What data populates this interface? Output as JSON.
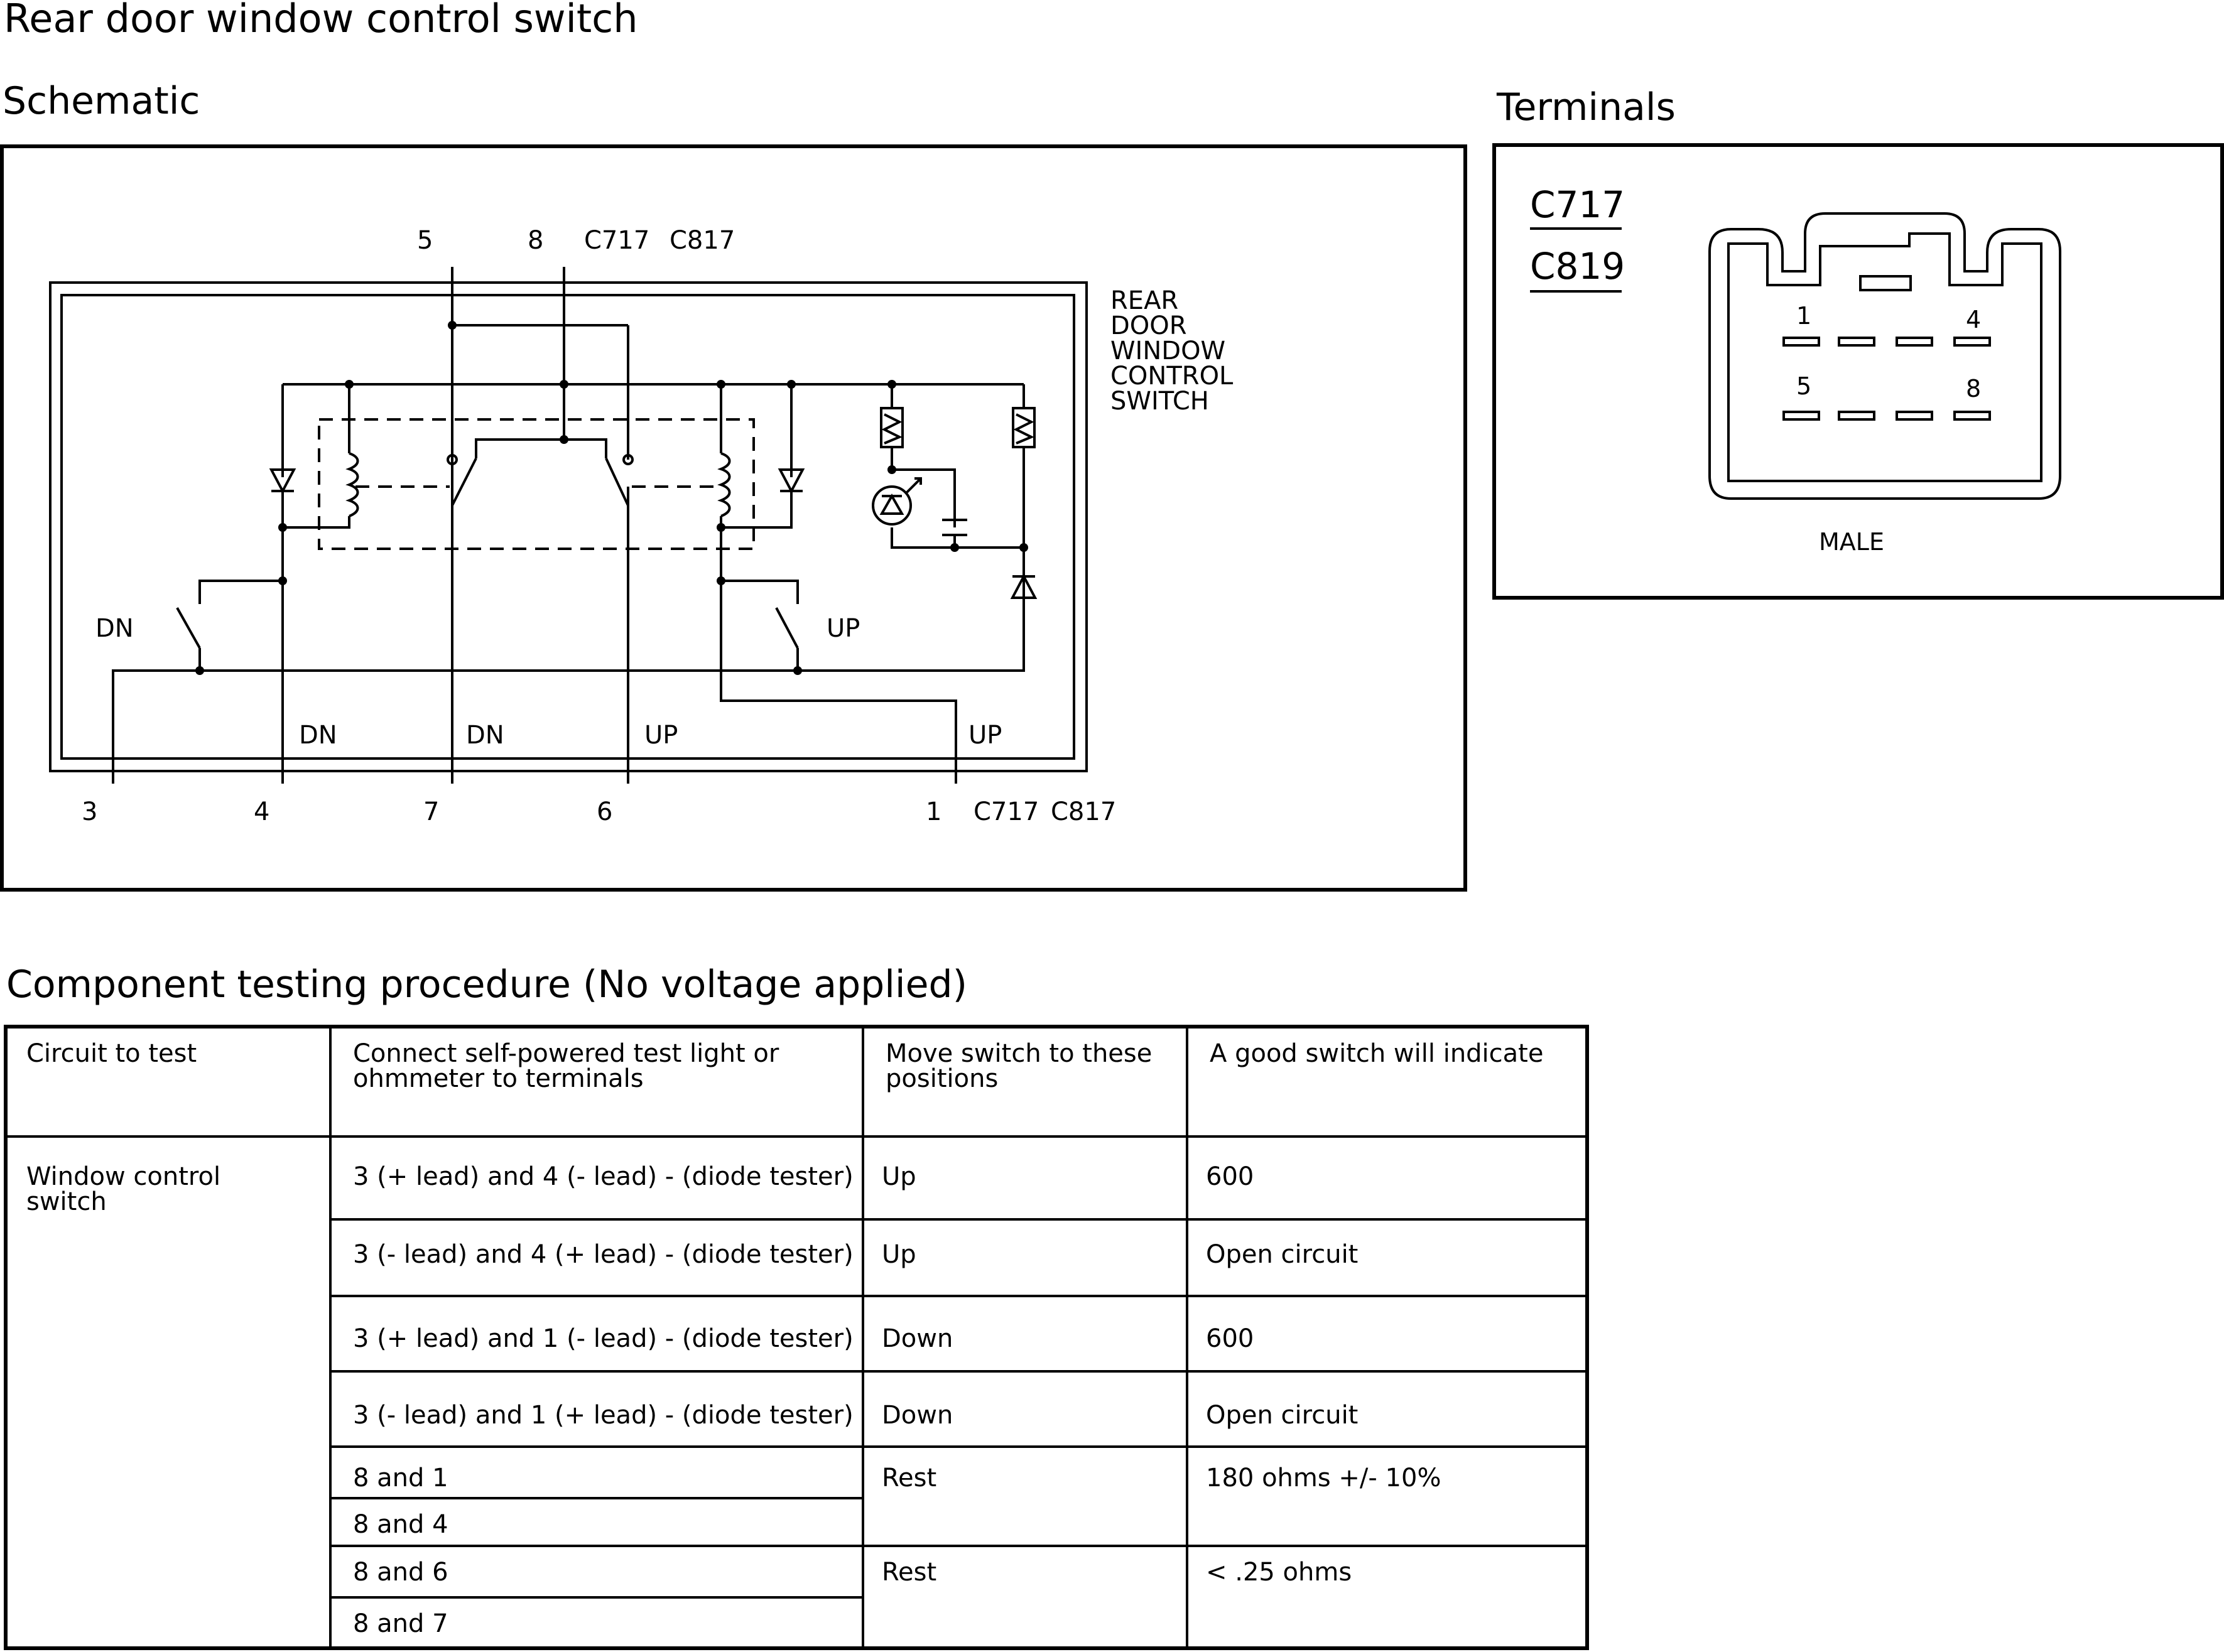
{
  "title": "Rear door window control switch",
  "sections": {
    "schematic": "Schematic",
    "terminals": "Terminals",
    "procedure": "Component testing procedure (No voltage applied)"
  },
  "schematic": {
    "top_pins": [
      "5",
      "8",
      "C717",
      "C817"
    ],
    "bottom_pins": [
      "3",
      "4",
      "7",
      "6",
      "1",
      "C717",
      "C817"
    ],
    "component_label": [
      "REAR",
      "DOOR",
      "WINDOW",
      "CONTROL",
      "SWITCH"
    ],
    "side_labels": {
      "left": "DN",
      "right": "UP"
    },
    "bottom_labels": [
      "DN",
      "DN",
      "UP",
      "UP"
    ]
  },
  "terminals": {
    "connectors": [
      "C717",
      "C819"
    ],
    "pin_numbers": [
      "1",
      "4",
      "5",
      "8"
    ],
    "gender": "MALE"
  },
  "table": {
    "headers": [
      "Circuit to test",
      "Connect self-powered test light or\nohmmeter to terminals",
      "Move switch to these\npositions",
      "A good switch will indicate"
    ],
    "circuit": "Window control\nswitch",
    "rows": [
      {
        "terminals": "3 (+ lead) and 4 (- lead) - (diode tester)",
        "position": "Up",
        "result": "600"
      },
      {
        "terminals": "3 (- lead) and 4 (+ lead) - (diode tester)",
        "position": "Up",
        "result": "Open circuit"
      },
      {
        "terminals": "3 (+ lead) and 1 (- lead) - (diode tester)",
        "position": "Down",
        "result": "600"
      },
      {
        "terminals": "3 (- lead) and 1 (+ lead) - (diode tester)",
        "position": "Down",
        "result": "Open circuit"
      }
    ],
    "group_rows": [
      {
        "terminals": [
          "8 and 1",
          "8 and 4"
        ],
        "position": "Rest",
        "result": "180 ohms +/- 10%"
      },
      {
        "terminals": [
          "8 and 6",
          "8 and 7"
        ],
        "position": "Rest",
        "result": "< .25 ohms"
      }
    ]
  }
}
